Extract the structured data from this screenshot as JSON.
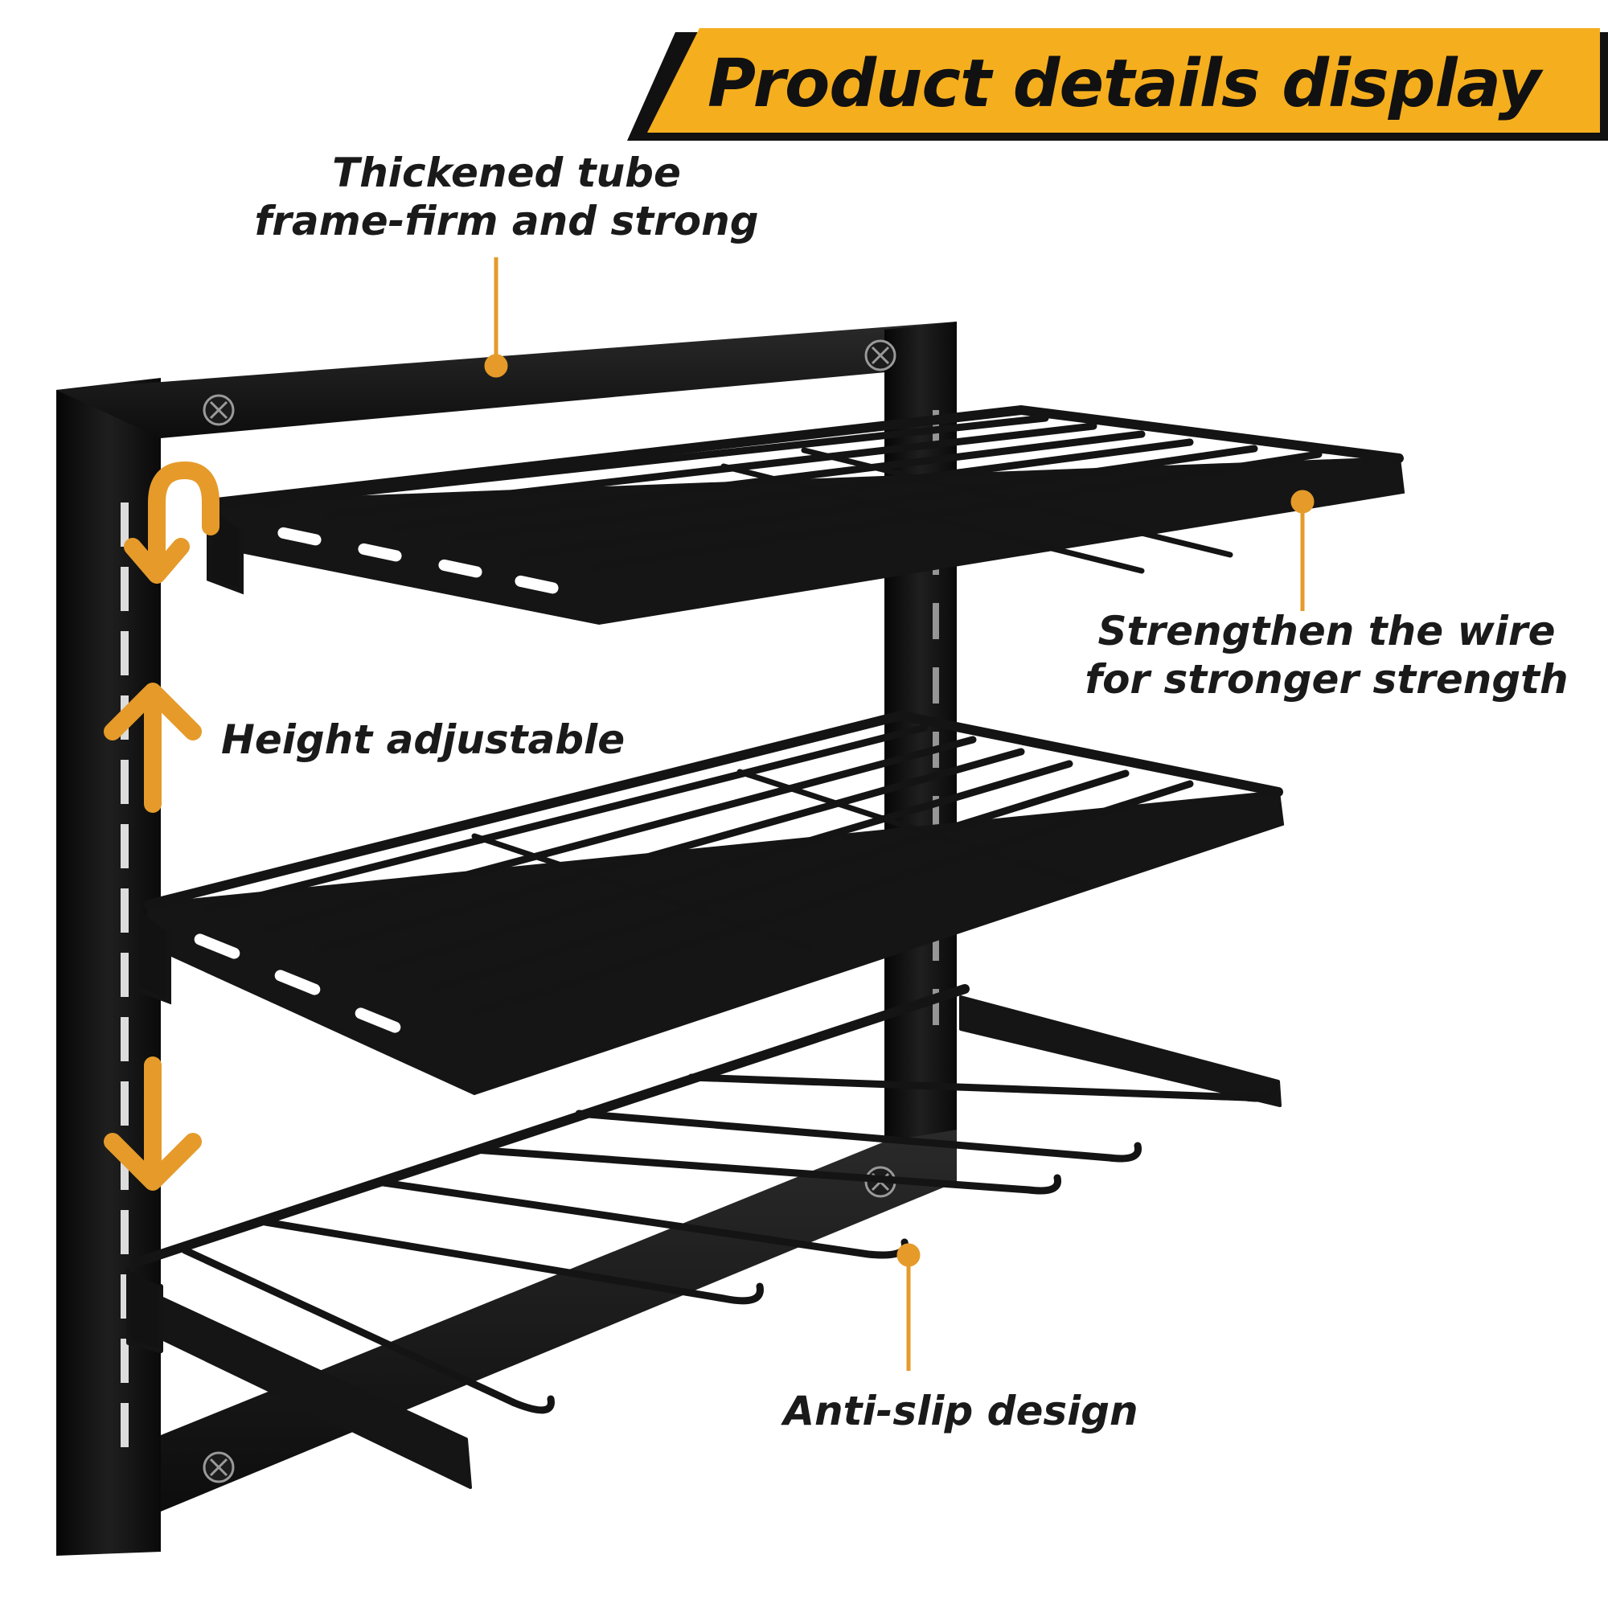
{
  "banner": {
    "title": "Product details display",
    "color": "#F5AE1E"
  },
  "callouts": {
    "tube": {
      "line1": "Thickened tube",
      "line2": "frame-firm and strong"
    },
    "wire": {
      "line1": "Strengthen the wire",
      "line2": "for stronger strength"
    },
    "height": {
      "text": "Height adjustable"
    },
    "antislip": {
      "text": "Anti-slip design"
    }
  },
  "colors": {
    "accent": "#E59A2A",
    "frame": "#121212",
    "background": "#FFFFFF"
  },
  "icons": [
    "hook-arrow-icon",
    "arrow-up-icon",
    "arrow-down-icon",
    "screw-icon"
  ]
}
